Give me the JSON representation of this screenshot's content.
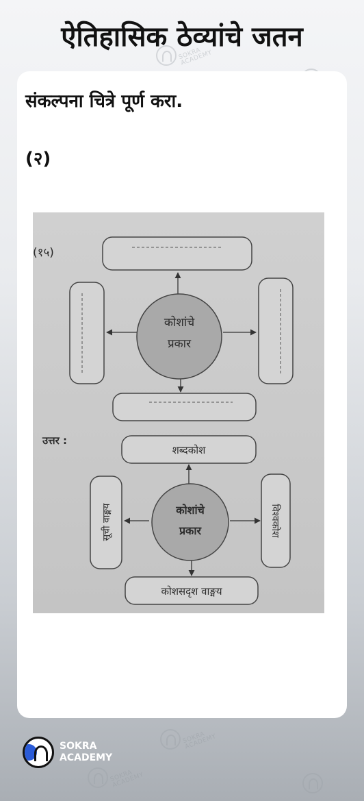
{
  "page": {
    "title": "ऐतिहासिक ठेव्यांचे जतन"
  },
  "question": {
    "title": "संकल्पना चित्रे पूर्ण करा.",
    "number": "(२)"
  },
  "figure": {
    "number": "(१५)",
    "center_line1": "कोशांचे",
    "center_line2": "प्रकार",
    "answer_label": "उत्तर :",
    "answer_center_line1": "कोशांचे",
    "answer_center_line2": "प्रकार",
    "answer_top": "शब्दकोश",
    "answer_left": "सूची वाङ्मय",
    "answer_right": "विश्वकोश",
    "answer_bottom": "कोशसदृश वाङ्मय"
  },
  "watermark": {
    "line1": "SOKRA",
    "line2": "ACADEMY"
  },
  "brand": {
    "line1": "SOKRA",
    "line2": "ACADEMY"
  }
}
